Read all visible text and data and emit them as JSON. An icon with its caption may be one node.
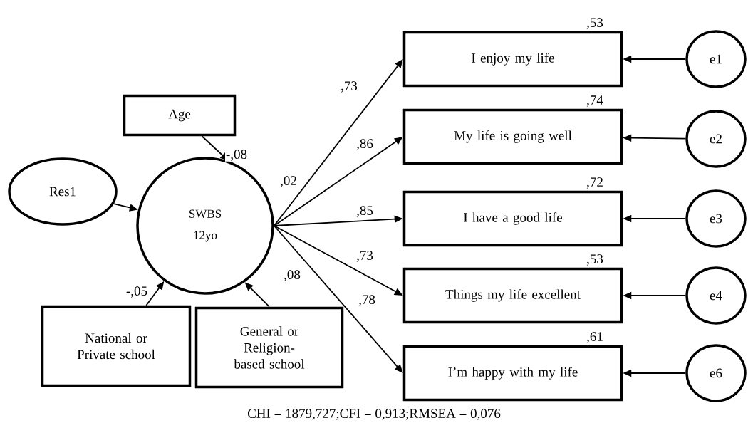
{
  "diagram": {
    "caption": "CHI = 1879,727;CFI = 0,913;RMSEA = 0,076",
    "nodes": [
      {
        "text": [
          "Age"
        ]
      },
      {
        "text": [
          "Res1"
        ]
      },
      {
        "text": [
          "SWBS 12yo"
        ],
        "beside": [
          ",02"
        ]
      },
      {
        "text": [
          "National or Private school"
        ]
      },
      {
        "text": [
          "General or Religion-based school"
        ]
      },
      {
        "text": [
          "I enjoy my life"
        ],
        "beside": [
          ",53"
        ]
      },
      {
        "text": [
          "My life is going well"
        ],
        "beside": [
          ",74"
        ]
      },
      {
        "text": [
          "I have a good life"
        ],
        "beside": [
          ",72"
        ]
      },
      {
        "text": [
          "Things my life excellent"
        ],
        "beside": [
          ",53"
        ]
      },
      {
        "text": [
          "I’m happy with my life"
        ],
        "beside": [
          ",61"
        ]
      },
      {
        "text": [
          "e1"
        ]
      },
      {
        "text": [
          "e2"
        ]
      },
      {
        "text": [
          "e3"
        ]
      },
      {
        "text": [
          "e4"
        ]
      },
      {
        "text": [
          "e6"
        ]
      }
    ],
    "edges": [
      {
        "from": 0,
        "to": 2,
        "arrow": "to",
        "label": "-,08"
      },
      {
        "from": 1,
        "to": 2,
        "arrow": "to"
      },
      {
        "from": 3,
        "to": 2,
        "arrow": "to",
        "label": "-,05"
      },
      {
        "from": 4,
        "to": 2,
        "arrow": "to",
        "label": ",08"
      },
      {
        "from": 2,
        "to": 5,
        "arrow": "to",
        "label": ",73"
      },
      {
        "from": 2,
        "to": 6,
        "arrow": "to",
        "label": ",86"
      },
      {
        "from": 2,
        "to": 7,
        "arrow": "to",
        "label": ",85"
      },
      {
        "from": 2,
        "to": 8,
        "arrow": "to",
        "label": ",73"
      },
      {
        "from": 2,
        "to": 9,
        "arrow": "to",
        "label": ",78"
      },
      {
        "from": 10,
        "to": 5,
        "arrow": "to"
      },
      {
        "from": 11,
        "to": 6,
        "arrow": "to"
      },
      {
        "from": 12,
        "to": 7,
        "arrow": "to"
      },
      {
        "from": 13,
        "to": 8,
        "arrow": "to"
      },
      {
        "from": 14,
        "to": 9,
        "arrow": "to"
      }
    ]
  }
}
